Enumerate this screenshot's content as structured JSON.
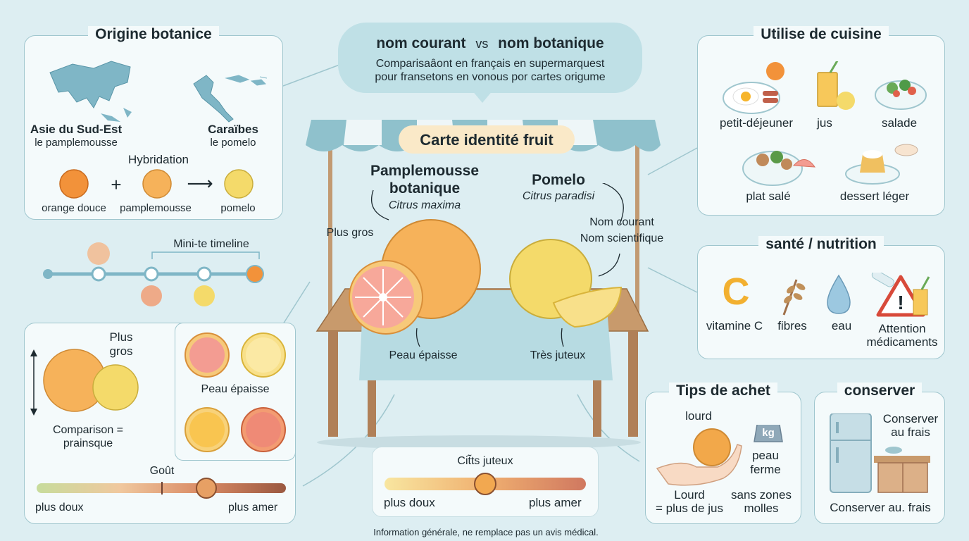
{
  "header": {
    "left": "nom courant",
    "vs": "vs",
    "right": "nom botanique",
    "line1": "Comparisaȃont en français en supermarquest",
    "line2": "pour fransetons en vonous por cartes origume"
  },
  "stall": {
    "title": "Carte identité fruit",
    "fruit1_name_l1": "Pamplemousse",
    "fruit1_name_l2": "botanique",
    "fruit1_latin": "Citrus maxima",
    "fruit2_name": "Pomelo",
    "fruit2_latin": "Citrus paradisi",
    "label_big": "Plus gros",
    "label_common": "Nom courant",
    "label_sci": "Nom scientifique",
    "label_peel": "Peau épaisse",
    "label_juicy": "Très juteux"
  },
  "origin": {
    "title": "Origine botanice",
    "region1": "Asie du Sud-Est",
    "region1_sub": "le pamplemousse",
    "region2": "Caraïbes",
    "region2_sub": "le pomelo",
    "hybrid": "Hybridation",
    "plus": "+",
    "arrow": "⟶",
    "f1": "orange douce",
    "f2": "pamplemousse",
    "f3": "pomelo"
  },
  "timeline": {
    "title": "Mini-te timeline"
  },
  "compare": {
    "big_l1": "Plus",
    "big_l2": "gros",
    "cap_l1": "Comparison =",
    "cap_l2": "prаinsque",
    "peel": "Peau épaisse",
    "taste_title": "Goût",
    "taste_left": "plus doux",
    "taste_right": "plus amer",
    "taste_level": 0.68
  },
  "juicy": {
    "title": "Cit̃ts juteux",
    "left": "plus doux",
    "right": "plus amer",
    "level": 0.5
  },
  "cuisine": {
    "title": "Utilise de cuisine",
    "items": [
      "petit-déjeuner",
      "jus",
      "salade",
      "plat salé",
      "dessert léger"
    ]
  },
  "health": {
    "title": "santé / nutrition",
    "items": [
      "vitamine C",
      "fibres",
      "eau"
    ],
    "warn_l1": "Attention",
    "warn_l2": "médicaments",
    "c_letter": "C"
  },
  "tips": {
    "title": "Tips de achet",
    "heavy": "lourd",
    "kg": "kg",
    "peau_l1": "peau",
    "peau_l2": "ferme",
    "juice_l1": "Lourd",
    "juice_l2": "= plus de jus",
    "soft_l1": "sans zones",
    "soft_l2": "molles"
  },
  "storage": {
    "title": "conserver",
    "top_l1": "Conserver",
    "top_l2": "au frais",
    "bottom": "Conserver au. frais"
  },
  "footer": "Information générale, ne remplace pas un avis médical.",
  "colors": {
    "orange": "#f2923a",
    "grapefruit": "#f6b25a",
    "pomelo": "#f4da6a",
    "line": "#9fc6ce"
  }
}
